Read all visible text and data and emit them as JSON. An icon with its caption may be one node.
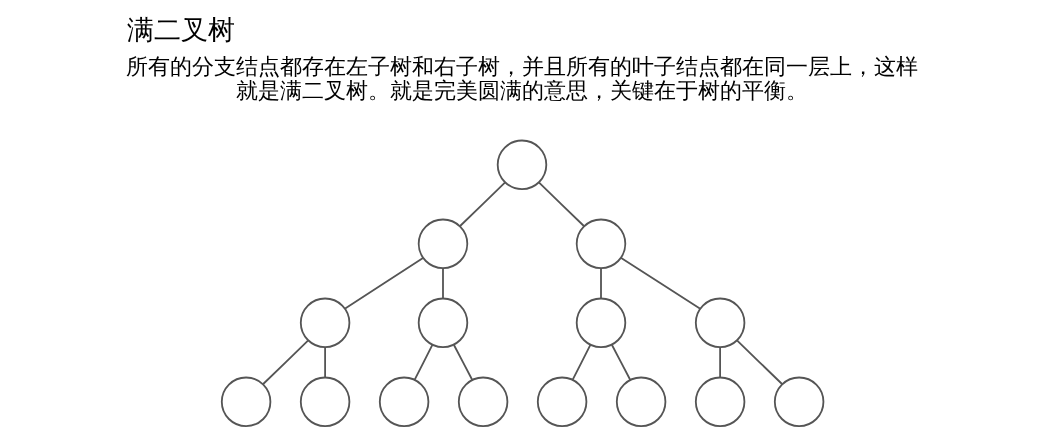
{
  "diagram": {
    "title": "满二叉树",
    "nodes": [
      {
        "text": [],
        "shape": "circle"
      },
      {
        "text": [],
        "shape": "circle"
      },
      {
        "text": [],
        "shape": "circle"
      },
      {
        "text": [],
        "shape": "circle"
      },
      {
        "text": [],
        "shape": "circle"
      },
      {
        "text": [],
        "shape": "circle"
      },
      {
        "text": [],
        "shape": "circle"
      },
      {
        "text": [],
        "shape": "circle"
      },
      {
        "text": [],
        "shape": "circle"
      },
      {
        "text": [],
        "shape": "circle"
      },
      {
        "text": [],
        "shape": "circle"
      },
      {
        "text": [],
        "shape": "circle"
      },
      {
        "text": [],
        "shape": "circle"
      },
      {
        "text": [],
        "shape": "circle"
      },
      {
        "text": [],
        "shape": "circle"
      }
    ],
    "edges": [
      {
        "from": 0,
        "to": 1,
        "arrow": "none"
      },
      {
        "from": 0,
        "to": 2,
        "arrow": "none"
      },
      {
        "from": 1,
        "to": 3,
        "arrow": "none"
      },
      {
        "from": 1,
        "to": 4,
        "arrow": "none"
      },
      {
        "from": 2,
        "to": 5,
        "arrow": "none"
      },
      {
        "from": 2,
        "to": 6,
        "arrow": "none"
      },
      {
        "from": 3,
        "to": 7,
        "arrow": "none"
      },
      {
        "from": 3,
        "to": 8,
        "arrow": "none"
      },
      {
        "from": 4,
        "to": 9,
        "arrow": "none"
      },
      {
        "from": 4,
        "to": 10,
        "arrow": "none"
      },
      {
        "from": 5,
        "to": 11,
        "arrow": "none"
      },
      {
        "from": 5,
        "to": 12,
        "arrow": "none"
      },
      {
        "from": 6,
        "to": 13,
        "arrow": "none"
      },
      {
        "from": 6,
        "to": 14,
        "arrow": "none"
      }
    ],
    "labels": [
      "所有的分支结点都存在左子树和右子树，并且所有的叶子结点都在同一层上，这样就是满二叉树。就是完美圆满的意思，关键在于树的平衡。"
    ]
  }
}
